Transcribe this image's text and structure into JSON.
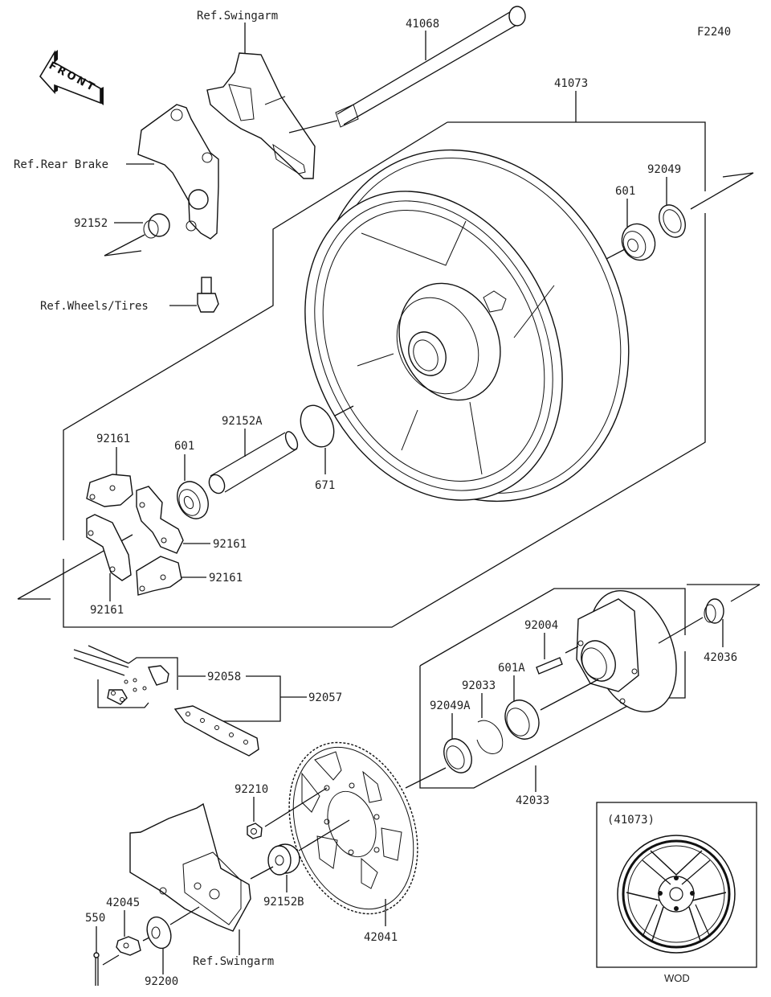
{
  "diagram": {
    "figure_code": "F2240",
    "front_indicator": "FRONT",
    "labels": {
      "ref_swingarm_top": "Ref.Swingarm",
      "axle": "41068",
      "wheel_assy": "41073",
      "ref_rear_brake": "Ref.Rear Brake",
      "collar_92152": "92152",
      "ref_wheels_tires": "Ref.Wheels/Tires",
      "bearing_601_right": "601",
      "seal_92049": "92049",
      "damper_top": "92161",
      "bearing_601_left": "601",
      "collar_92152a": "92152A",
      "oring_671": "671",
      "damper_mid": "92161",
      "damper_low": "92161",
      "damper_bottom": "92161",
      "chain_joint_92058": "92058",
      "chain_92057": "92057",
      "stud_92004": "92004",
      "bearing_601a": "601A",
      "circlip_92033": "92033",
      "seal_92049a": "92049A",
      "hub_42033": "42033",
      "collar_42036": "42036",
      "nut_92210": "92210",
      "collar_92152b": "92152B",
      "sprocket_42041": "42041",
      "nut_42045": "42045",
      "cotter_pin_550": "550",
      "washer_92200": "92200",
      "ref_swingarm_bottom": "Ref.Swingarm"
    },
    "inset": {
      "title": "(41073)",
      "caption": "WOD"
    }
  }
}
